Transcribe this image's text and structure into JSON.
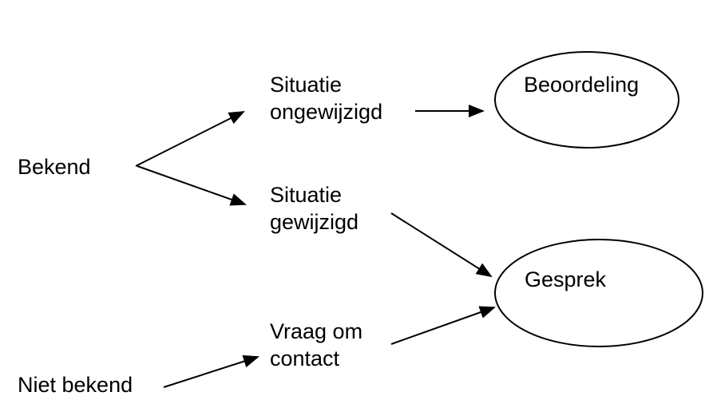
{
  "nodes": {
    "bekend": {
      "label": "Bekend"
    },
    "niet_bekend": {
      "label": "Niet bekend"
    },
    "situatie_ongewijzigd": {
      "line1": "Situatie",
      "line2": "ongewijzigd"
    },
    "situatie_gewijzigd": {
      "line1": "Situatie",
      "line2": "gewijzigd"
    },
    "vraag_om_contact": {
      "line1": "Vraag om",
      "line2": "contact"
    },
    "beoordeling": {
      "label": "Beoordeling"
    },
    "gesprek": {
      "label": "Gesprek"
    }
  },
  "edges": [
    {
      "from": "Bekend",
      "to": "Situatie ongewijzigd"
    },
    {
      "from": "Bekend",
      "to": "Situatie gewijzigd"
    },
    {
      "from": "Situatie ongewijzigd",
      "to": "Beoordeling"
    },
    {
      "from": "Situatie gewijzigd",
      "to": "Gesprek"
    },
    {
      "from": "Niet bekend",
      "to": "Vraag om contact"
    },
    {
      "from": "Vraag om contact",
      "to": "Gesprek"
    }
  ],
  "colors": {
    "stroke": "#000000",
    "background": "#ffffff"
  }
}
